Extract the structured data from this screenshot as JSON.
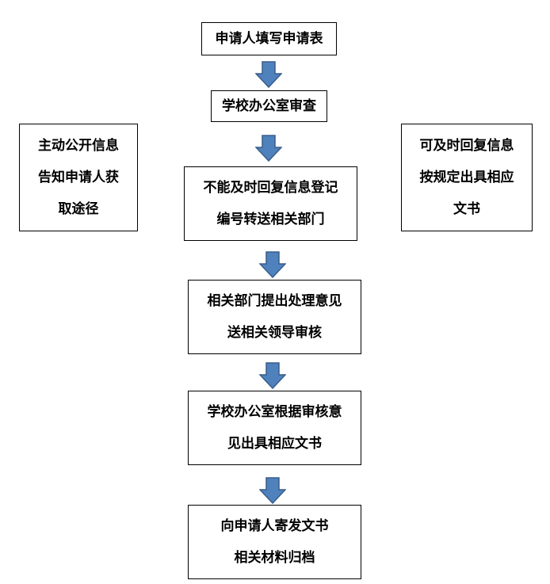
{
  "colors": {
    "border": "#000000",
    "text": "#000000",
    "arrow_fill": "#4f81bd",
    "arrow_stroke": "#385d8a"
  },
  "icons": {
    "flow_arrow": "down-arrow-icon"
  },
  "flow": {
    "step1": {
      "lines": [
        "申请人填写申请表"
      ]
    },
    "step2": {
      "lines": [
        "学校办公室审查"
      ]
    },
    "left_branch": {
      "lines": [
        "主动公开信息",
        "告知申请人获",
        "取途径"
      ]
    },
    "right_branch": {
      "lines": [
        "可及时回复信息",
        "按规定出具相应",
        "文书"
      ]
    },
    "step3": {
      "lines": [
        "不能及时回复信息登记",
        "编号转送相关部门"
      ]
    },
    "step4": {
      "lines": [
        "相关部门提出处理意见",
        "送相关领导审核"
      ]
    },
    "step5": {
      "lines": [
        "学校办公室根据审核意",
        "见出具相应文书"
      ]
    },
    "step6": {
      "lines": [
        "向申请人寄发文书",
        "相关材料归档"
      ]
    }
  }
}
